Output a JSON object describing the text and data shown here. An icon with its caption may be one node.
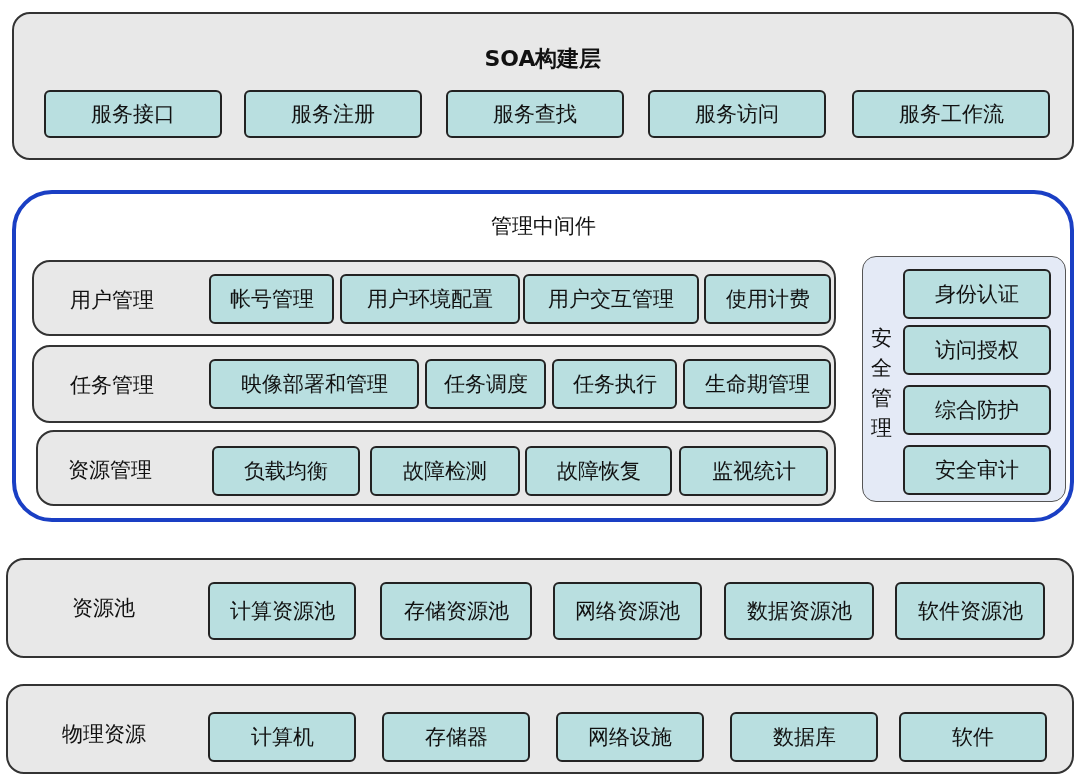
{
  "diagram": {
    "nodes": [
      {
        "text": [
          "SOA构建层"
        ]
      },
      {
        "text": [
          "服务接口"
        ],
        "in": 0
      },
      {
        "text": [
          "服务注册"
        ],
        "in": 0
      },
      {
        "text": [
          "服务查找"
        ],
        "in": 0
      },
      {
        "text": [
          "服务访问"
        ],
        "in": 0
      },
      {
        "text": [
          "服务工作流"
        ],
        "in": 0
      },
      {
        "text": [
          "管理中间件"
        ]
      },
      {
        "text": [
          "用户管理"
        ],
        "in": 6
      },
      {
        "text": [
          "帐号管理"
        ],
        "in": 7
      },
      {
        "text": [
          "用户环境配置"
        ],
        "in": 7
      },
      {
        "text": [
          "用户交互管理"
        ],
        "in": 7
      },
      {
        "text": [
          "使用计费"
        ],
        "in": 7
      },
      {
        "text": [
          "任务管理"
        ],
        "in": 6
      },
      {
        "text": [
          "映像部署和管理"
        ],
        "in": 12
      },
      {
        "text": [
          "任务调度"
        ],
        "in": 12
      },
      {
        "text": [
          "任务执行"
        ],
        "in": 12
      },
      {
        "text": [
          "生命期管理"
        ],
        "in": 12
      },
      {
        "text": [
          "资源管理"
        ],
        "in": 6
      },
      {
        "text": [
          "负载均衡"
        ],
        "in": 17
      },
      {
        "text": [
          "故障检测"
        ],
        "in": 17
      },
      {
        "text": [
          "故障恢复"
        ],
        "in": 17
      },
      {
        "text": [
          "监视统计"
        ],
        "in": 17
      },
      {
        "text": [
          "安全管理"
        ],
        "in": 6
      },
      {
        "text": [
          "身份认证"
        ],
        "in": 22
      },
      {
        "text": [
          "访问授权"
        ],
        "in": 22
      },
      {
        "text": [
          "综合防护"
        ],
        "in": 22
      },
      {
        "text": [
          "安全审计"
        ],
        "in": 22
      },
      {
        "text": [
          "资源池"
        ]
      },
      {
        "text": [
          "计算资源池"
        ],
        "in": 27
      },
      {
        "text": [
          "存储资源池"
        ],
        "in": 27
      },
      {
        "text": [
          "网络资源池"
        ],
        "in": 27
      },
      {
        "text": [
          "数据资源池"
        ],
        "in": 27
      },
      {
        "text": [
          "软件资源池"
        ],
        "in": 27
      },
      {
        "text": [
          "物理资源"
        ]
      },
      {
        "text": [
          "计算机"
        ],
        "in": 33
      },
      {
        "text": [
          "存储器"
        ],
        "in": 33
      },
      {
        "text": [
          "网络设施"
        ],
        "in": 33
      },
      {
        "text": [
          "数据库"
        ],
        "in": 33
      },
      {
        "text": [
          "软件"
        ],
        "in": 33
      }
    ]
  }
}
